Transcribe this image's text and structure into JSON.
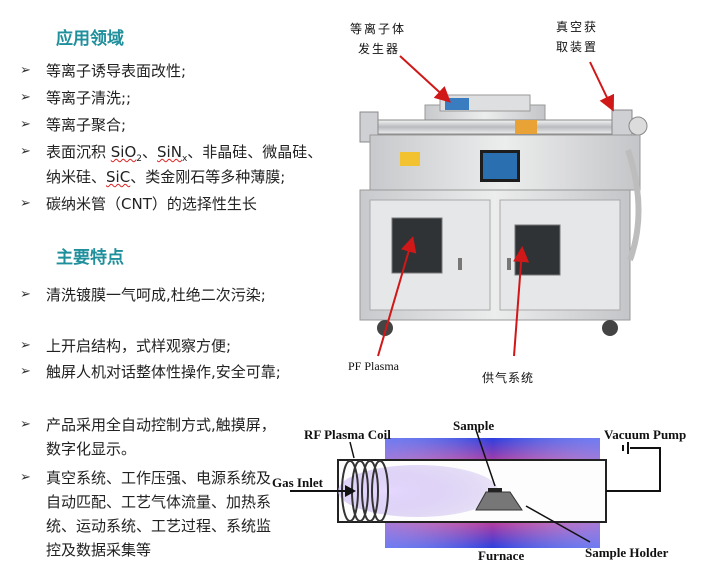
{
  "applications": {
    "heading": "应用领域",
    "items": [
      {
        "text": "等离子诱导表面改性;"
      },
      {
        "text": "等离子清洗;;"
      },
      {
        "text": "等离子聚合;"
      },
      {
        "pre": "表面沉积 ",
        "m1": "SiO",
        "s1": "2",
        "sep1": "、",
        "m2": "SiN",
        "s2": "x",
        "post": "、非晶硅、微晶硅、"
      },
      {
        "pre": "纳米硅、",
        "m1": "SiC",
        "post": "、类金刚石等多种薄膜;"
      },
      {
        "text": "碳纳米管（CNT）的选择性生长"
      }
    ]
  },
  "features": {
    "heading": "主要特点",
    "items": [
      "清洗镀膜一气呵成,杜绝二次污染;",
      "上开启结构，式样观察方便;",
      "触屏人机对话整体性操作,安全可靠;",
      "产品采用全自动控制方式,触摸屏，数字化显示。",
      "真空系统、工作压强、电源系统及自动匹配、工艺气体流量、加热系统、运动系统、工艺过程、系统监控及数据采集等"
    ]
  },
  "photo_labels": {
    "plasma_gen_line1": "等离子体",
    "plasma_gen_line2": "发生器",
    "vacuum_line1": "真空获",
    "vacuum_line2": "取装置",
    "pf_plasma": "PF Plasma",
    "gas_supply": "供气系统"
  },
  "diagram_labels": {
    "rf_coil": "RF Plasma Coil",
    "sample": "Sample",
    "vacuum_pump": "Vacuum Pump",
    "gas_inlet": "Gas Inlet",
    "furnace": "Furnace",
    "sample_holder": "Sample Holder"
  },
  "bullet_symbol": "➢",
  "colors": {
    "heading": "#1f8f9c",
    "arrow": "#d01818",
    "machine": "#d9d9dc",
    "screen": "#2a6fb0"
  }
}
